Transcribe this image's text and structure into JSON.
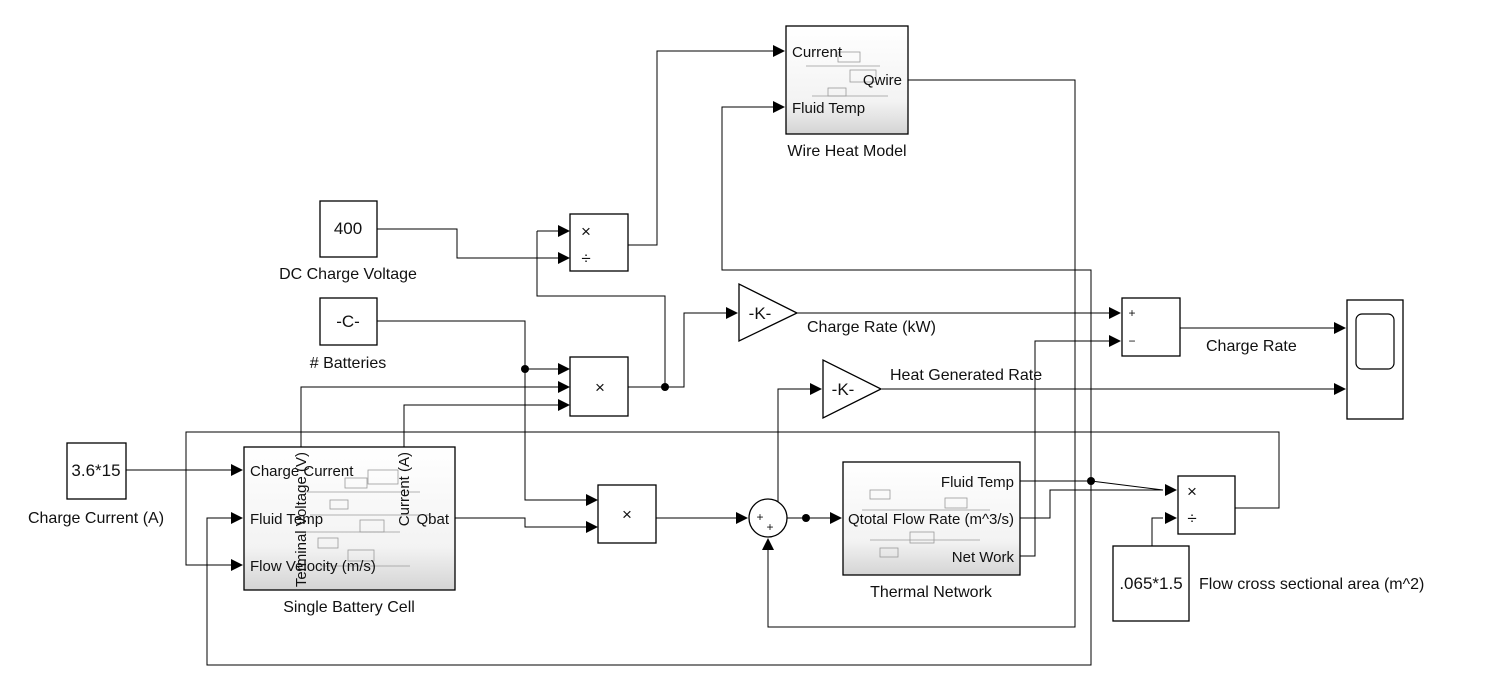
{
  "blocks": {
    "wire_heat_model": {
      "label": "Wire Heat Model",
      "in_ports": [
        "Current",
        "Fluid Temp"
      ],
      "out_port": "Qwire"
    },
    "dc_charge_voltage": {
      "value": "400",
      "label": "DC Charge Voltage"
    },
    "batteries": {
      "value": "-C-",
      "label": "# Batteries"
    },
    "charge_current": {
      "value": "3.6*15",
      "label": "Charge Current (A)"
    },
    "single_battery_cell": {
      "label": "Single Battery Cell",
      "in_ports": [
        "Charge Current",
        "Fluid Temp",
        "Flow Velocity (m/s)"
      ],
      "out_ports": [
        "Terminal Voltage (V)",
        "Current (A)",
        "Qbat"
      ]
    },
    "thermal_network": {
      "label": "Thermal Network",
      "in_port": "Qtotal",
      "out_ports": [
        "Fluid Temp",
        "Flow Rate (m^3/s)",
        "Net Work"
      ]
    },
    "gain_charge": {
      "value": "-K-"
    },
    "gain_heat": {
      "value": "-K-"
    },
    "flow_area": {
      "value": ".065*1.5",
      "label": "Flow cross sectional area (m^2)"
    },
    "divide_top": {
      "op1": "×",
      "op2": "÷"
    },
    "product_mid": {
      "op": "×"
    },
    "product_low": {
      "op": "×"
    },
    "divide_flow": {
      "op1": "×",
      "op2": "÷"
    },
    "sum_charge": {
      "sign1": "+",
      "sign2": "−"
    },
    "sum_heat": {
      "sign1": "+",
      "sign2": "+"
    }
  },
  "signals": {
    "charge_rate_kw": "Charge Rate (kW)",
    "charge_rate": "Charge Rate",
    "heat_generated_rate": "Heat Generated Rate"
  }
}
